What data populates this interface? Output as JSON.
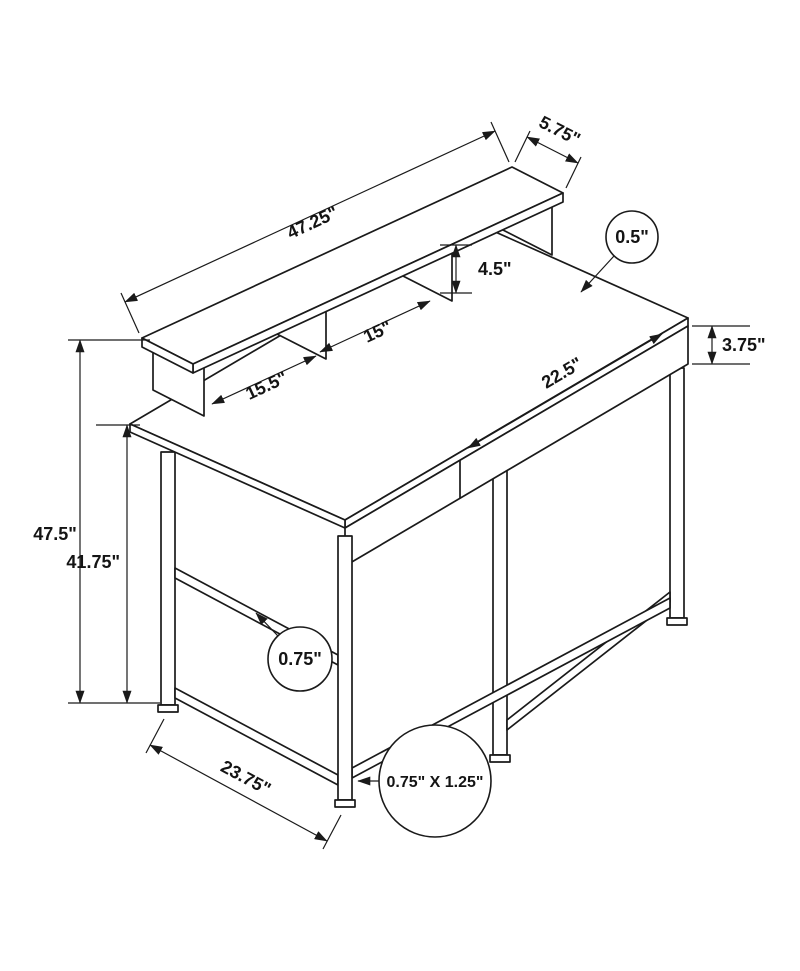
{
  "dimensions": {
    "shelf_length": "47.25\"",
    "shelf_depth": "5.75\"",
    "top_thickness": "0.5\"",
    "hutch_opening_height": "4.5\"",
    "side_rail_height": "3.75\"",
    "hutch_middle_opening": "15\"",
    "hutch_left_opening": "15.5\"",
    "underdesk_opening": "22.5\"",
    "overall_height": "47.5\"",
    "desktop_height": "41.75\"",
    "frame_tube": "0.75\"",
    "overall_depth": "23.75\"",
    "leg_tube": "0.75\" X 1.25\""
  }
}
